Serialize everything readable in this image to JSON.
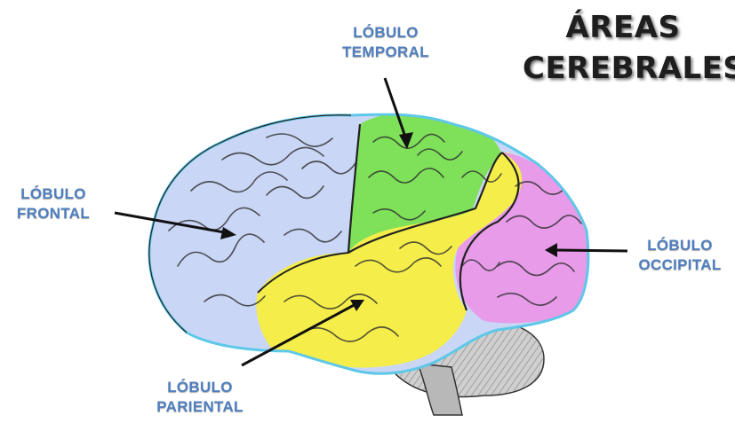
{
  "title": {
    "line1": "ÁREAS",
    "line2": "CEREBRALES"
  },
  "labels": {
    "temporal": {
      "line1": "LÓBULO",
      "line2": "TEMPORAL"
    },
    "frontal": {
      "line1": "LÓBULO",
      "line2": "FRONTAL"
    },
    "occipital": {
      "line1": "LÓBULO",
      "line2": "OCCIPITAL"
    },
    "parietal": {
      "line1": "LÓBULO",
      "line2": "PARIENTAL"
    }
  },
  "colors": {
    "label_text": "#4f7fbf",
    "title_text": "#1e1e1e",
    "frontal_lobe": "#c9d6f5",
    "frontal_outline": "#5ec8e8",
    "temporal_lobe": "#7fe05a",
    "parietal_lobe": "#f5ee4a",
    "parietal_right": "#f2d94a",
    "occipital_lobe": "#e79be8",
    "cerebellum": "#cfcfcf",
    "brainstem": "#b8b8b8",
    "arrow": "#111111"
  }
}
